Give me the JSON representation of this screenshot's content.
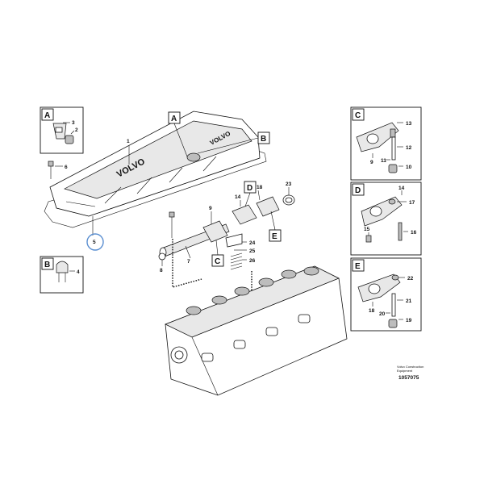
{
  "callouts": {
    "c1": "1",
    "c2": "2",
    "c3": "3",
    "c4": "4",
    "c5": "5",
    "c6": "6",
    "c7": "7",
    "c8": "8",
    "c9": "9",
    "c10": "10",
    "c11": "11",
    "c12": "12",
    "c13": "13",
    "c14": "14",
    "c15": "15",
    "c16": "16",
    "c17": "17",
    "c18": "18",
    "c19": "19",
    "c20": "20",
    "c21": "21",
    "c22": "22",
    "c23": "23",
    "c24": "24",
    "c25": "25",
    "c26": "26"
  },
  "detail_letters": {
    "A": "A",
    "B": "B",
    "C": "C",
    "D": "D",
    "E": "E"
  },
  "inset_labels": {
    "A": {
      "letter": "A",
      "c2": "2",
      "c3": "3"
    },
    "B": {
      "letter": "B",
      "c4": "4"
    },
    "C": {
      "letter": "C",
      "c9": "9",
      "c10": "10",
      "c11": "11",
      "c12": "12",
      "c13": "13"
    },
    "D": {
      "letter": "D",
      "c14": "14",
      "c15": "15",
      "c16": "16",
      "c17": "17"
    },
    "E": {
      "letter": "E",
      "c18": "18",
      "c19": "19",
      "c20": "20",
      "c21": "21",
      "c22": "22"
    }
  },
  "cover_logo": "VOLVO",
  "footer": {
    "brand_line1": "Volvo Construction",
    "brand_line2": "Equipment",
    "figure_number": "1057075"
  },
  "selected_callout": "5"
}
